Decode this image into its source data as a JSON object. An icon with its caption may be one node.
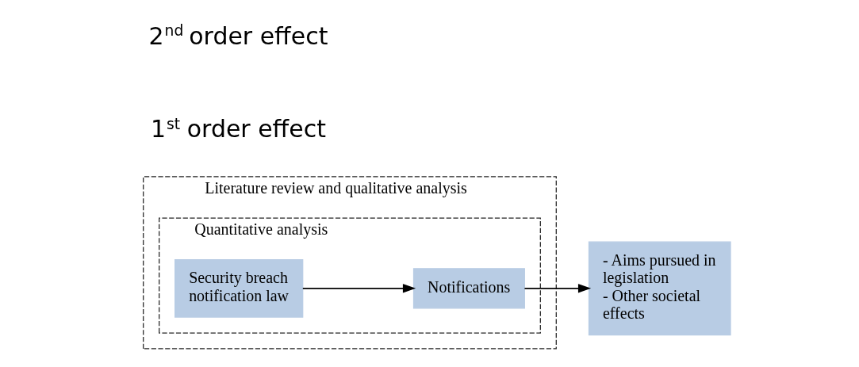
{
  "diagram": {
    "nodes": [
      {
        "text": [
          "Literature review and qualitative analysis"
        ]
      },
      {
        "text": [
          "Quantitative analysis"
        ],
        "in": 0
      },
      {
        "text": [
          "Security breach notification law"
        ],
        "in": 1
      },
      {
        "text": [
          "Notifications"
        ],
        "in": 1
      },
      {
        "text": [
          "- Aims pursued in legislation",
          "- Other societal effects"
        ]
      }
    ],
    "edges": [
      {
        "from": 2,
        "to": 3,
        "arrow": "to"
      },
      {
        "from": 3,
        "to": 4,
        "arrow": "to"
      }
    ],
    "labels": [
      "1$^{st}$ order effect",
      "2$^{nd}$ order effect"
    ]
  }
}
